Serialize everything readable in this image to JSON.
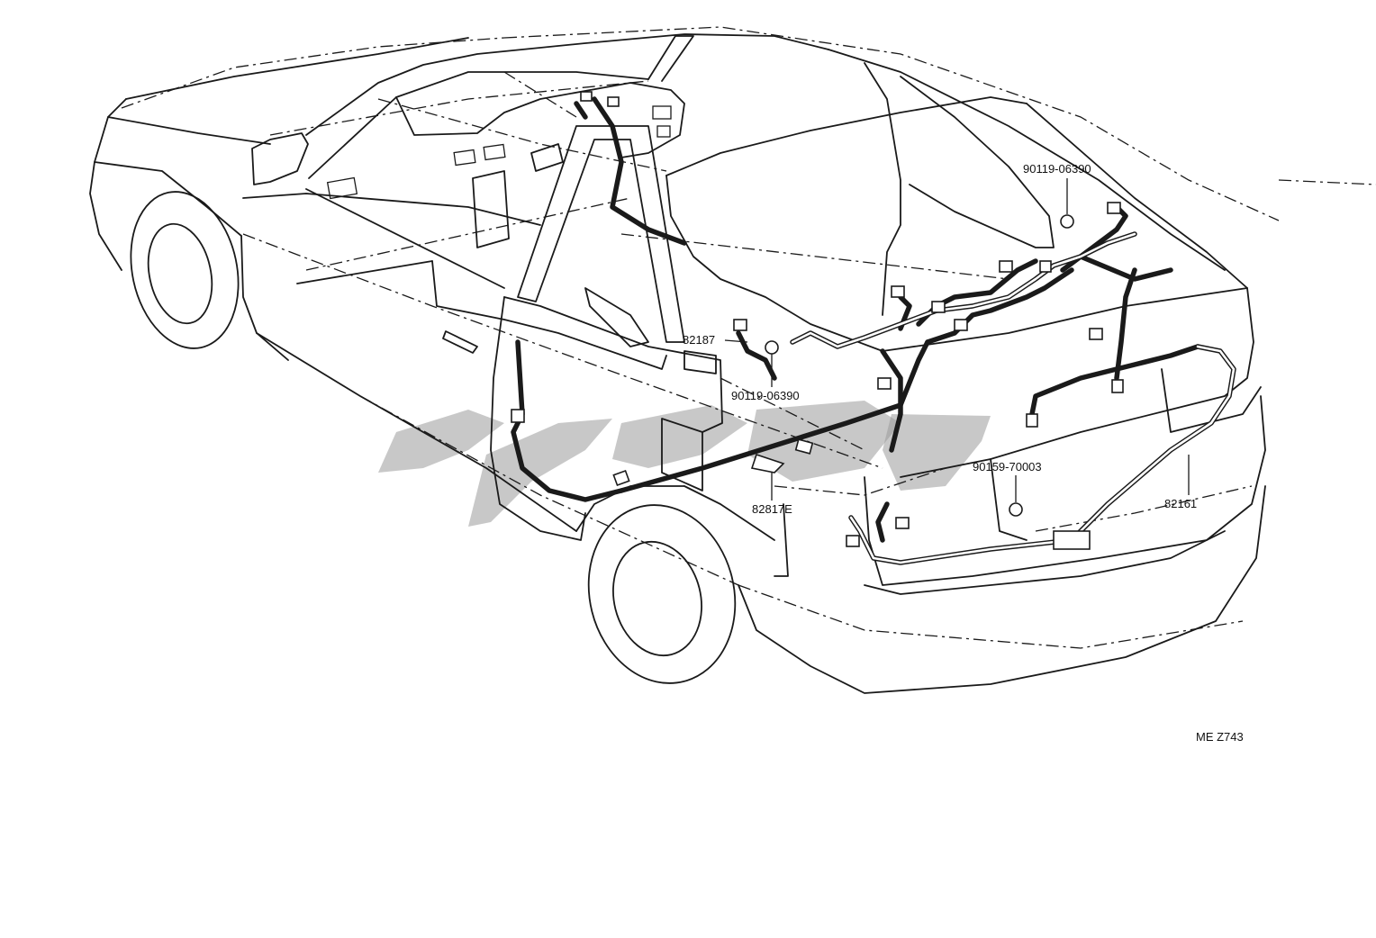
{
  "diagram": {
    "part_labels": [
      {
        "id": "clip-top",
        "text": "90119-06390"
      },
      {
        "id": "sub-harness",
        "text": "82187"
      },
      {
        "id": "bolt-mid",
        "text": "90119-06390"
      },
      {
        "id": "nut",
        "text": "90159-70003"
      },
      {
        "id": "protector",
        "text": "82817E"
      },
      {
        "id": "floor-harness",
        "text": "82161"
      }
    ],
    "figure_code": "ME Z743",
    "colors": {
      "line": "#1a1a1a",
      "watermark": "#9a9a9a",
      "background": "#ffffff"
    }
  }
}
